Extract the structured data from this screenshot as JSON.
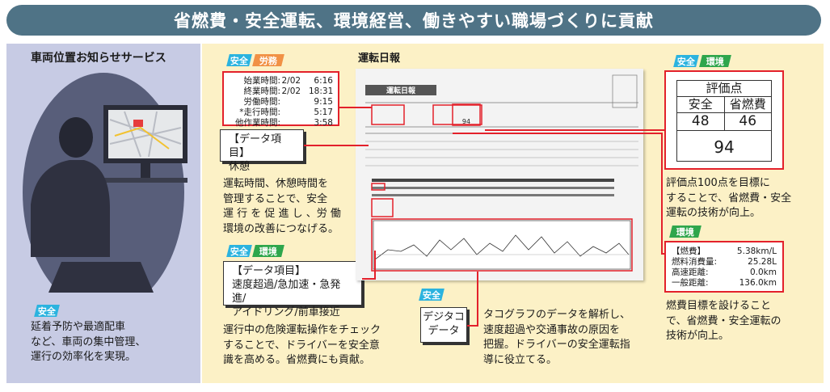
{
  "header": {
    "title": "省燃費・安全運転、環境経営、働きやすい職場づくりに貢献"
  },
  "left": {
    "heading": "車両位置お知らせサービス",
    "tag": "安全",
    "description_lines": [
      "延着予防や最適配車",
      "など、車両の集中管理、",
      "運行の効率化を実現。"
    ]
  },
  "tags": {
    "safety": "安全",
    "labor": "労務",
    "environment": "環境"
  },
  "times": {
    "rows": [
      {
        "label": "始業時間:",
        "date": "2/02",
        "time": "6:16"
      },
      {
        "label": "終業時間:",
        "date": "2/02",
        "time": "18:31"
      },
      {
        "label": "労働時間:",
        "date": "",
        "time": "9:15"
      },
      {
        "label": "*走行時間:",
        "date": "",
        "time": "5:17"
      },
      {
        "label": "他作業時間:",
        "date": "",
        "time": "3:58"
      }
    ]
  },
  "data_item1": {
    "title": "【データ項目】",
    "value": "休憩"
  },
  "text1_lines": [
    "運転時間、休憩時間を",
    "管理することで、安全",
    "運 行 を 促 進 し 、労 働",
    "環境の改善につなげる。"
  ],
  "data_item2": {
    "title": "【データ項目】",
    "lines": [
      "速度超過/急加速・急発進/",
      "アイドリング/前車接近"
    ]
  },
  "text2_lines": [
    "運行中の危険運転操作をチェック",
    "することで、ドライバーを安全意",
    "識を高める。省燃費にも貢献。"
  ],
  "report": {
    "heading": "運転日報",
    "doc_title": "運転日報",
    "doc_score": "94"
  },
  "tacho": {
    "lines": [
      "デジタコ",
      "データ"
    ]
  },
  "text3_lines": [
    "タコグラフのデータを解析し、",
    "速度超過や交通事故の原因を",
    "把握。ドライバーの安全運転指",
    "導に役立てる。"
  ],
  "evaluation": {
    "title": "評価点",
    "col1": "安全",
    "col2": "省燃費",
    "val1": "48",
    "val2": "46",
    "total": "94"
  },
  "text4_lines": [
    "評価点100点を目標に",
    "することで、省燃費・安全",
    "運転の技術が向上。"
  ],
  "fuel": {
    "rows": [
      {
        "label": "【燃費】",
        "value": "5.38km/L"
      },
      {
        "label": "燃料消費量:",
        "value": "25.28L"
      },
      {
        "label": "高速距離:",
        "value": "0.0km"
      },
      {
        "label": "一般距離:",
        "value": "136.0km"
      }
    ]
  },
  "text5_lines": [
    "燃費目標を設けること",
    "で、省燃費・安全運転の",
    "技術が向上。"
  ]
}
